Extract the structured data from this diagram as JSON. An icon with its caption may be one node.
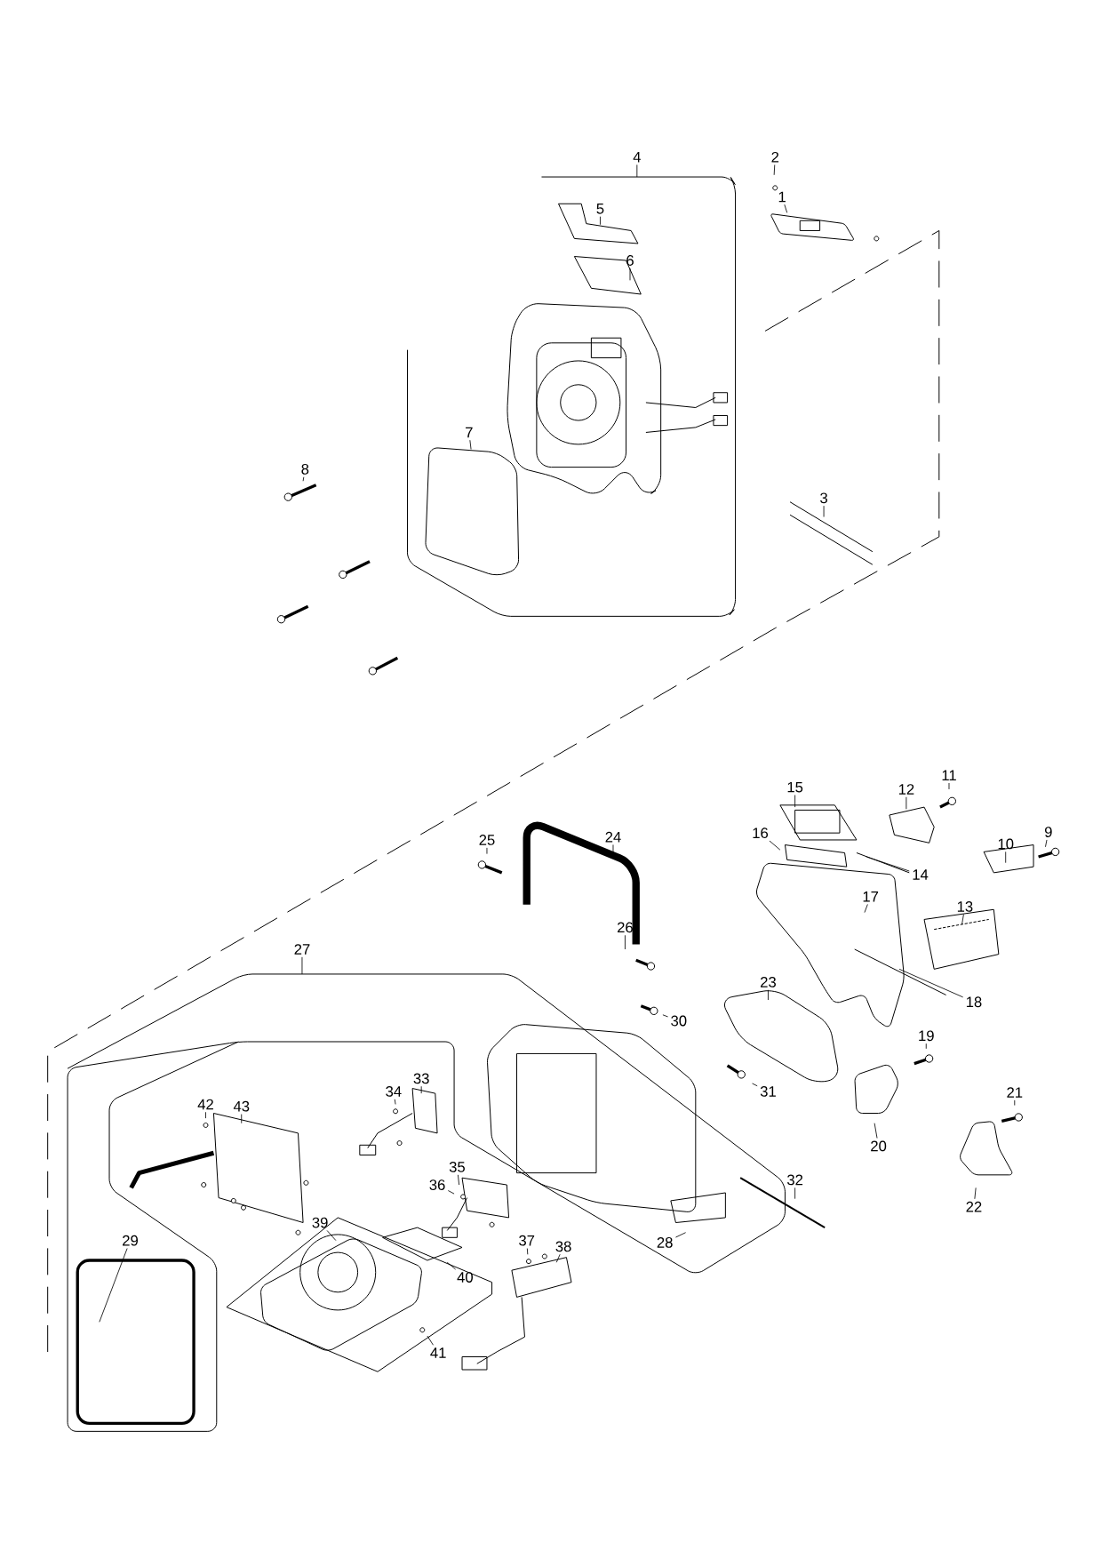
{
  "diagram": {
    "nodes": [
      {
        "text": [
          "1"
        ]
      },
      {
        "text": [
          "2"
        ]
      },
      {
        "text": [
          "3"
        ]
      },
      {
        "text": [
          "4"
        ]
      },
      {
        "text": [
          "5"
        ]
      },
      {
        "text": [
          "6"
        ]
      },
      {
        "text": [
          "7"
        ]
      },
      {
        "text": [
          "8"
        ]
      },
      {
        "text": [
          "9"
        ]
      },
      {
        "text": [
          "10"
        ]
      },
      {
        "text": [
          "11"
        ]
      },
      {
        "text": [
          "12"
        ]
      },
      {
        "text": [
          "13"
        ]
      },
      {
        "text": [
          "14"
        ]
      },
      {
        "text": [
          "15"
        ]
      },
      {
        "text": [
          "16"
        ]
      },
      {
        "text": [
          "17"
        ]
      },
      {
        "text": [
          "18"
        ]
      },
      {
        "text": [
          "19"
        ]
      },
      {
        "text": [
          "20"
        ]
      },
      {
        "text": [
          "21"
        ]
      },
      {
        "text": [
          "22"
        ]
      },
      {
        "text": [
          "23"
        ]
      },
      {
        "text": [
          "24"
        ]
      },
      {
        "text": [
          "25"
        ]
      },
      {
        "text": [
          "26"
        ]
      },
      {
        "text": [
          "27"
        ]
      },
      {
        "text": [
          "28"
        ]
      },
      {
        "text": [
          "29"
        ]
      },
      {
        "text": [
          "30"
        ]
      },
      {
        "text": [
          "31"
        ]
      },
      {
        "text": [
          "32"
        ]
      },
      {
        "text": [
          "33"
        ]
      },
      {
        "text": [
          "34"
        ]
      },
      {
        "text": [
          "35"
        ]
      },
      {
        "text": [
          "36"
        ]
      },
      {
        "text": [
          "37"
        ]
      },
      {
        "text": [
          "38"
        ]
      },
      {
        "text": [
          "39"
        ]
      },
      {
        "text": [
          "40"
        ]
      },
      {
        "text": [
          "41"
        ]
      },
      {
        "text": [
          "42"
        ]
      },
      {
        "text": [
          "43"
        ]
      }
    ],
    "edges": [
      {
        "from": 0,
        "to": null,
        "arrow": "none"
      },
      {
        "from": 1,
        "to": null,
        "arrow": "none"
      },
      {
        "from": 2,
        "to": null,
        "arrow": "none"
      },
      {
        "from": 3,
        "to": null,
        "arrow": "none"
      },
      {
        "from": 4,
        "to": null,
        "arrow": "none"
      },
      {
        "from": 5,
        "to": null,
        "arrow": "none"
      },
      {
        "from": 6,
        "to": null,
        "arrow": "none"
      },
      {
        "from": 7,
        "to": null,
        "arrow": "none"
      },
      {
        "from": 8,
        "to": null,
        "arrow": "none"
      },
      {
        "from": 9,
        "to": null,
        "arrow": "none"
      },
      {
        "from": 10,
        "to": null,
        "arrow": "none"
      },
      {
        "from": 11,
        "to": null,
        "arrow": "none"
      },
      {
        "from": 12,
        "to": null,
        "arrow": "none"
      },
      {
        "from": 13,
        "to": null,
        "arrow": "none"
      },
      {
        "from": 14,
        "to": null,
        "arrow": "none"
      },
      {
        "from": 15,
        "to": null,
        "arrow": "none"
      },
      {
        "from": 16,
        "to": null,
        "arrow": "none"
      },
      {
        "from": 17,
        "to": null,
        "arrow": "none"
      },
      {
        "from": 18,
        "to": null,
        "arrow": "none"
      },
      {
        "from": 19,
        "to": null,
        "arrow": "none"
      },
      {
        "from": 20,
        "to": null,
        "arrow": "none"
      },
      {
        "from": 21,
        "to": null,
        "arrow": "none"
      },
      {
        "from": 22,
        "to": null,
        "arrow": "none"
      },
      {
        "from": 23,
        "to": null,
        "arrow": "none"
      },
      {
        "from": 24,
        "to": null,
        "arrow": "none"
      },
      {
        "from": 25,
        "to": null,
        "arrow": "none"
      },
      {
        "from": 26,
        "to": null,
        "arrow": "none"
      },
      {
        "from": 27,
        "to": null,
        "arrow": "none"
      },
      {
        "from": 28,
        "to": null,
        "arrow": "none"
      },
      {
        "from": 29,
        "to": null,
        "arrow": "none"
      },
      {
        "from": 30,
        "to": null,
        "arrow": "none"
      },
      {
        "from": 31,
        "to": null,
        "arrow": "none"
      },
      {
        "from": 32,
        "to": null,
        "arrow": "none"
      },
      {
        "from": 33,
        "to": null,
        "arrow": "none"
      },
      {
        "from": 34,
        "to": null,
        "arrow": "none"
      },
      {
        "from": 35,
        "to": null,
        "arrow": "none"
      },
      {
        "from": 36,
        "to": null,
        "arrow": "none"
      },
      {
        "from": 37,
        "to": null,
        "arrow": "none"
      },
      {
        "from": 38,
        "to": null,
        "arrow": "none"
      },
      {
        "from": 39,
        "to": null,
        "arrow": "none"
      },
      {
        "from": 40,
        "to": null,
        "arrow": "none"
      },
      {
        "from": 41,
        "to": null,
        "arrow": "none"
      },
      {
        "from": 42,
        "to": null,
        "arrow": "none"
      }
    ]
  }
}
